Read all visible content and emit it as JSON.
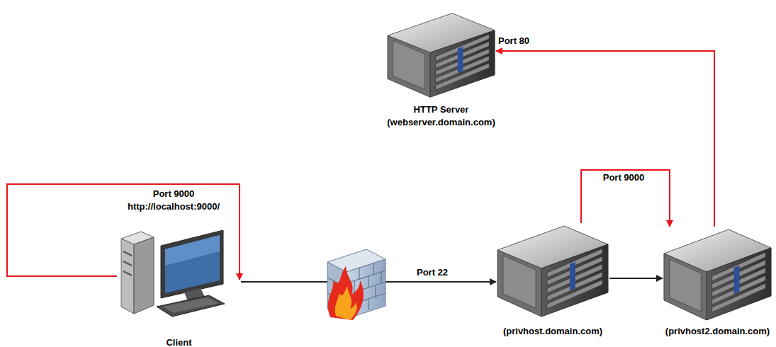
{
  "diagram": {
    "nodes": [
      {
        "text": [
          "HTTP Server",
          "(webserver.domain.com)"
        ]
      },
      {
        "text": [
          "Client"
        ]
      },
      {
        "text": [
          "(privhost.domain.com)"
        ]
      },
      {
        "text": [
          "(privhost2.domain.com)"
        ]
      }
    ],
    "edges": [
      {
        "from": 1,
        "to": 2,
        "arrow": "to",
        "label": "Port 22"
      },
      {
        "from": 2,
        "to": 3,
        "arrow": "to"
      },
      {
        "from": 2,
        "to": 3,
        "arrow": "to",
        "label": "Port 9000"
      },
      {
        "from": 3,
        "to": 0,
        "arrow": "to",
        "label": "Port 80"
      },
      {
        "from": 1,
        "to": 1,
        "arrow": "to",
        "label": "Port 9000"
      }
    ],
    "labels": [
      "http://localhost:9000/"
    ]
  }
}
